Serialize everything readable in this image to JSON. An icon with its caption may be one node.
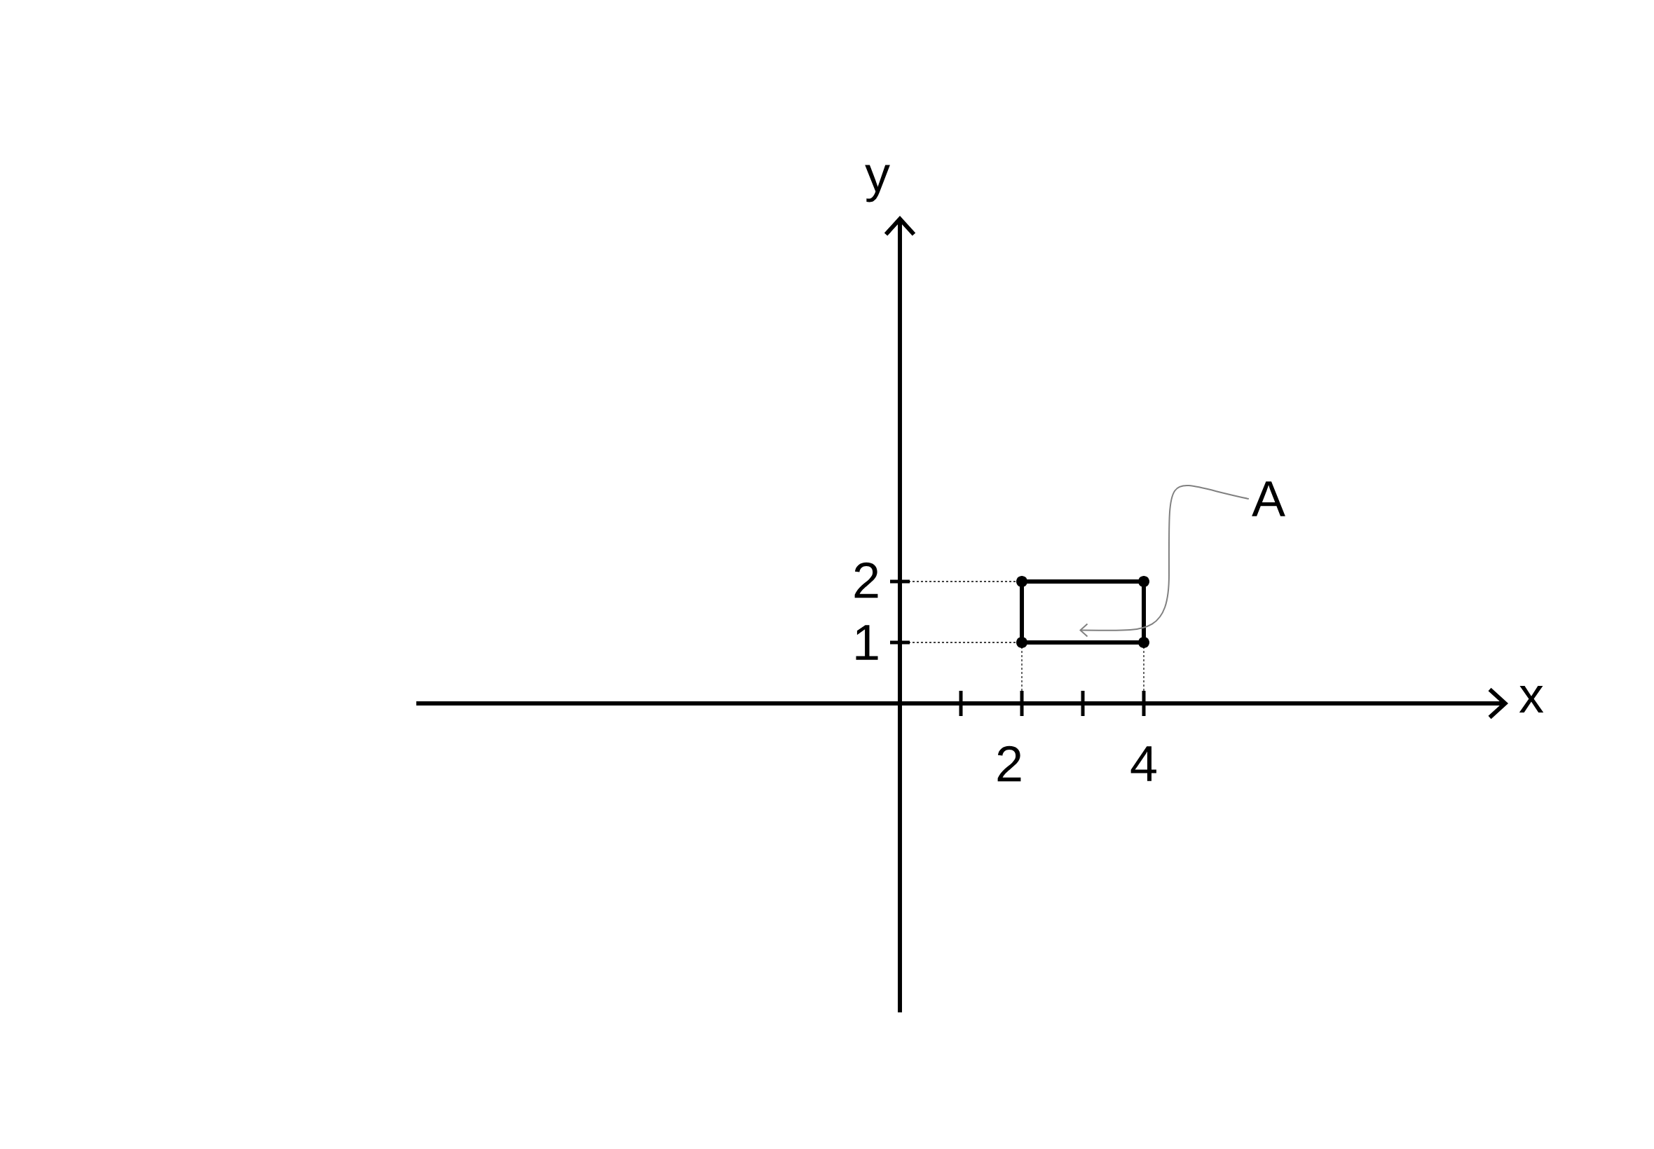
{
  "diagram": {
    "nodes": [
      {
        "text": [
          "A"
        ]
      },
      {
        "text": [],
        "shape": "box"
      }
    ],
    "edges": [
      {
        "from": 0,
        "to": 1,
        "arrow": "to"
      }
    ],
    "labels": [
      "y",
      "2",
      "1",
      "x",
      "2",
      "4"
    ]
  }
}
